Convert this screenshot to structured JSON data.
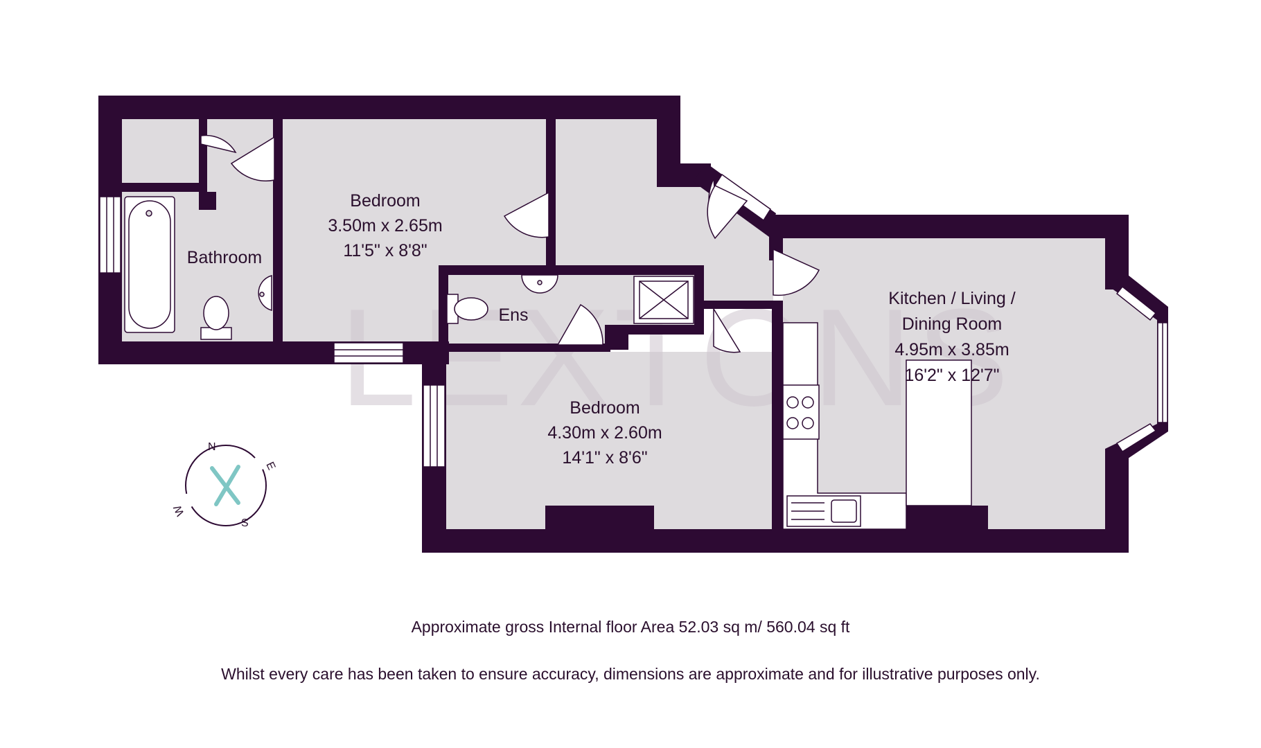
{
  "rooms": {
    "bathroom": {
      "name": "Bathroom"
    },
    "bedroom_1": {
      "name": "Bedroom",
      "metric": "3.50m x 2.65m",
      "imperial": "11'5\" x 8'8\""
    },
    "ensuite": {
      "name": "Ens"
    },
    "bedroom_2": {
      "name": "Bedroom",
      "metric": "4.30m x 2.60m",
      "imperial": "14'1\" x 8'6\""
    },
    "kitchen": {
      "name_line1": "Kitchen / Living /",
      "name_line2": "Dining Room",
      "metric": "4.95m x 3.85m",
      "imperial": "16'2\" x 12'7\""
    }
  },
  "compass": {
    "north": "N",
    "east": "E",
    "south": "S",
    "west": "W"
  },
  "watermark": {
    "text": "LEXTONS"
  },
  "footer": {
    "area": "Approximate gross Internal floor Area 52.03 sq m/ 560.04 sq ft",
    "disclaimer": "Whilst every care has been taken to ensure accuracy, dimensions are approximate and for illustrative purposes only."
  },
  "colors": {
    "wall": "#2d0a33",
    "floor": "#dedbde",
    "window": "#ffffff",
    "text": "#2a0f2d",
    "compass_accent": "#7fc6c4"
  }
}
